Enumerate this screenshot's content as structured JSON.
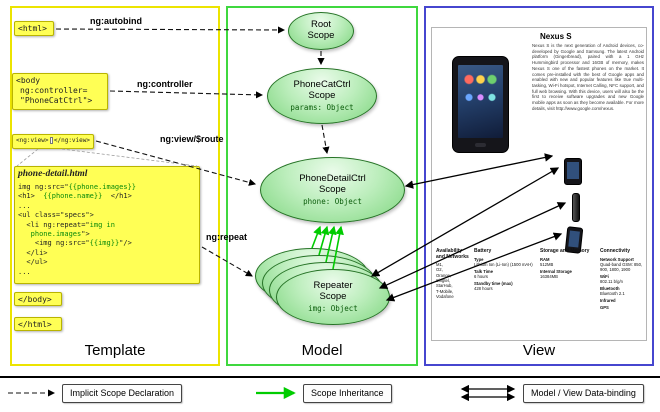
{
  "colors": {
    "template_border": "#ece400",
    "model_border": "#3fd83f",
    "view_border": "#4646cf",
    "code_box_fill": "#ffff55",
    "scope_fill_light": "#eafbea",
    "scope_fill_dark": "#7fd67f",
    "inheritance_arrow": "#00cc00",
    "binding_highlight": "#0a8a0a"
  },
  "columns": {
    "template": "Template",
    "model": "Model",
    "view": "View"
  },
  "template": {
    "html_open": "<html>",
    "body_open": [
      "<body",
      "ng:controller=",
      "\"PhoneCatCtrl\">"
    ],
    "ng_view_open": "<ng:view>",
    "ng_view_close": "</ng:view>",
    "body_close": "</body>",
    "html_close": "</html>",
    "code": {
      "title": "phone-detail.html",
      "lines": [
        [
          {
            "t": "img ng:src=\""
          },
          {
            "t": "{{phone.images}}",
            "c": "g"
          }
        ],
        [
          {
            "t": "<h1>  "
          },
          {
            "t": "{{phone.name}}",
            "c": "g"
          },
          {
            "t": "  </h1>"
          }
        ],
        [
          {
            "t": "..."
          }
        ],
        [
          {
            "t": "<ul class=\"specs\">"
          }
        ],
        [
          {
            "t": "  <li ng:repeat=\""
          },
          {
            "t": "img in",
            "c": "g"
          }
        ],
        [
          {
            "t": "   "
          },
          {
            "t": "phone.images",
            "c": "g"
          },
          {
            "t": "\">"
          }
        ],
        [
          {
            "t": "    <img ng:src=\""
          },
          {
            "t": "{{img}}",
            "c": "g"
          },
          {
            "t": "\"/>"
          }
        ],
        [
          {
            "t": "  </li>"
          }
        ],
        [
          {
            "t": "  </ul>"
          }
        ],
        [
          {
            "t": "..."
          }
        ]
      ]
    }
  },
  "arrow_labels": {
    "autobind": "ng:autobind",
    "controller": "ng:controller",
    "view_route": "ng:view/$route",
    "repeat": "ng:repeat"
  },
  "scopes": {
    "root": {
      "name": "Root\nScope"
    },
    "phonecat": {
      "name": "PhoneCatCtrl\nScope",
      "attr": "params: Object"
    },
    "phonedetail": {
      "name": "PhoneDetailCtrl\nScope",
      "attr": "phone: Object"
    },
    "repeater": {
      "name": "Repeater\nScope",
      "attr": "img: Object"
    }
  },
  "view": {
    "title": "Nexus S",
    "description": "Nexus S is the next generation of Android devices, co-developed by Google and Samsung. The latest Android platform (Gingerbread), paired with a 1 GHz Hummingbird processor and 16GB of memory, makes Nexus S one of the fastest phones on the market. It comes pre-installed with the best of Google apps and enabled with new and popular features like true multi-tasking, Wi-Fi hotspot, Internet Calling, NFC support, and full web browsing. With this device, users will also be the first to receive software upgrades and new Google mobile apps as soon as they become available. For more details, visit http://www.google.com/nexus.",
    "specs": [
      {
        "header": "Availability and Networks",
        "rows": [
          "M1,",
          "O2,",
          "Orange,",
          "Singtel,",
          "StarHub,",
          "T-Mobile,",
          "Vodafone"
        ]
      },
      {
        "header": "Battery",
        "rows": [
          "Type",
          "Lithium Ion (Li-Ion) (1500 mAH)",
          "Talk Time",
          "6 hours",
          "Standby time (max)",
          "428 hours"
        ]
      },
      {
        "header": "Storage and Memory",
        "rows": [
          "RAM",
          "512MB",
          "Internal Storage",
          "16384MB"
        ]
      },
      {
        "header": "Connectivity",
        "rows": [
          "Network Support",
          "Quad-band GSM: 850, 900, 1800, 1900",
          "WiFi",
          "802.11 b/g/n",
          "Bluetooth",
          "Bluetooth 2.1",
          "Infrared",
          "GPS"
        ]
      }
    ]
  },
  "legend": {
    "implicit": "Implicit Scope Declaration",
    "inheritance": "Scope Inheritance",
    "binding": "Model / View Data-binding"
  }
}
